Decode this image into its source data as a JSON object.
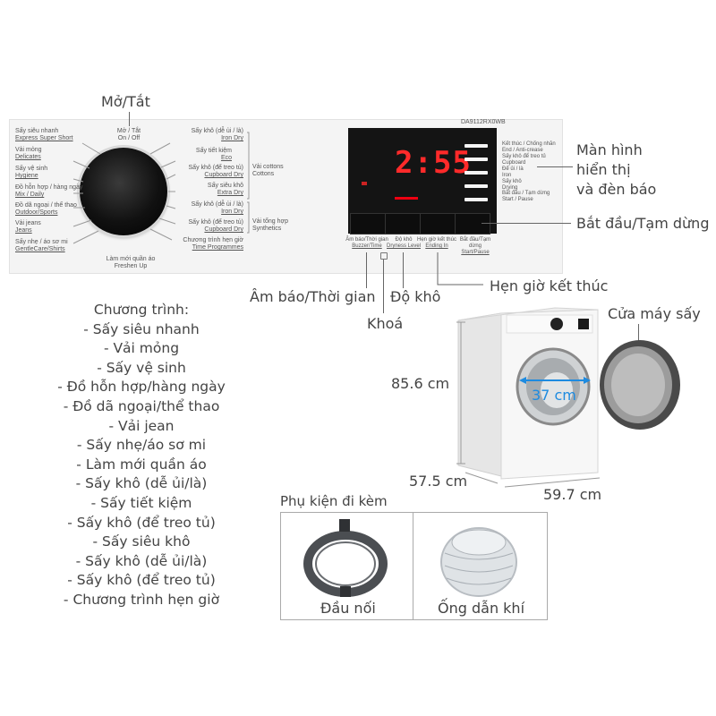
{
  "callouts": {
    "power": "Mở/Tắt",
    "display": [
      "Màn hình",
      "hiển thị",
      "và đèn báo"
    ],
    "start_pause": "Bắt đầu/Tạm dừng",
    "buzzer_time": "Âm báo/Thời gian",
    "dryness": "Độ khô",
    "lock": "Khoá",
    "end_time": "Hẹn giờ kết thúc",
    "door": "Cửa máy sấy"
  },
  "programs_heading": "Chương trình:",
  "programs": [
    "- Sấy siêu nhanh",
    "- Vải mỏng",
    "- Sấy vệ sinh",
    "- Đồ hỗn hợp/hàng ngày",
    "- Đồ dã ngoại/thể thao",
    "- Vải jean",
    "- Sấy nhẹ/áo sơ mi",
    "- Làm mới quần áo",
    "- Sấy khô (dễ ủi/là)",
    "- Sấy tiết kiệm",
    "- Sấy khô (để treo tủ)",
    "- Sấy siêu khô",
    "- Sấy khô (dễ ủi/là)",
    "- Sấy khô (để treo tủ)",
    "- Chương trình hẹn giờ"
  ],
  "panel": {
    "model": "DA9112RX0WB",
    "onoff": [
      "Mở / Tắt",
      "On / Off"
    ],
    "left_programs": [
      [
        "Sấy siêu nhanh",
        "Express Super Short"
      ],
      [
        "Vải mỏng",
        "Delicates"
      ],
      [
        "Sấy vệ sinh",
        "Hygiene"
      ],
      [
        "Đồ hỗn hợp / hàng ngày",
        "Mix / Daily"
      ],
      [
        "Đồ dã ngoại / thể thao",
        "Outdoor/Sports"
      ],
      [
        "Vải jeans",
        "Jeans"
      ],
      [
        "Sấy nhẹ / áo sơ mi",
        "GentleCare/Shirts"
      ]
    ],
    "bottom_program": [
      "Làm mới quần áo",
      "Freshen Up"
    ],
    "right_programs": [
      [
        "Sấy khô (dễ ủi / là)",
        "Iron Dry"
      ],
      [
        "Sấy tiết kiệm",
        "Eco"
      ],
      [
        "Sấy khô (để treo tủ)",
        "Cupboard Dry"
      ],
      [
        "Sấy siêu khô",
        "Extra Dry"
      ],
      [
        "Sấy khô (dễ ủi / là)",
        "Iron Dry"
      ],
      [
        "Sấy khô (để treo tủ)",
        "Cupboard Dry"
      ],
      [
        "Chương trình hẹn giờ",
        "Time Programmes"
      ]
    ],
    "group_cottons": [
      "Vải cottons",
      "Cottons"
    ],
    "group_synthetics": [
      "Vải tổng hợp",
      "Synthetics"
    ],
    "display_digits": "2:55",
    "led_labels": [
      [
        "Kết thúc / Chống nhăn",
        "End / Anti-crease"
      ],
      [
        "Sấy khô để treo tủ",
        "Cupboard"
      ],
      [
        "Để ủi / là",
        "Iron"
      ],
      [
        "Sấy khô",
        "Drying"
      ],
      [
        "Bắt đầu / Tạm dừng",
        "Start / Pause"
      ]
    ],
    "buttons": [
      [
        "Âm báo/Thời gian",
        "Buzzer/Time"
      ],
      [
        "Độ khô",
        "Dryness Level"
      ],
      [
        "Hẹn giờ kết thúc",
        "Ending In"
      ],
      [
        "Bắt đầu/Tạm dừng",
        "Start/Pause"
      ]
    ]
  },
  "dimensions": {
    "height": "85.6 cm",
    "depth": "57.5 cm",
    "width": "59.7 cm",
    "drum": "37 cm"
  },
  "accessories": {
    "title": "Phụ kiện đi kèm",
    "items": [
      "Đầu nối",
      "Ống dẫn khí"
    ]
  },
  "colors": {
    "accent_blue": "#1e8be0",
    "display_red": "#ff2a2a",
    "panel_bg": "#f4f4f4"
  }
}
